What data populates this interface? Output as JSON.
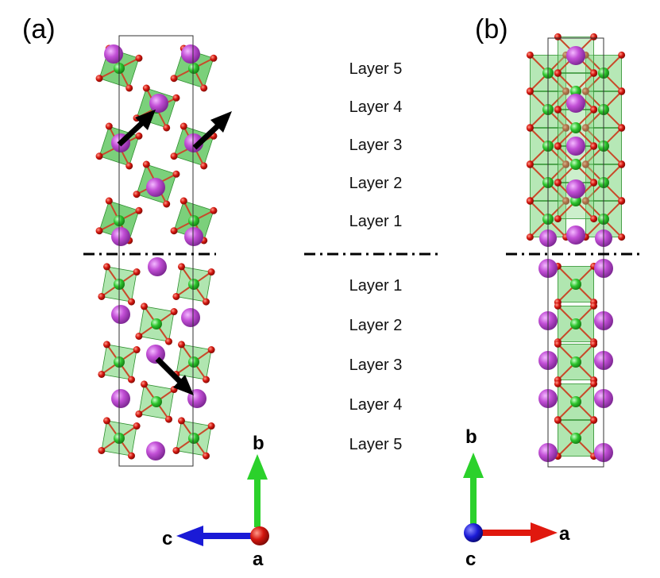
{
  "panels": {
    "a": {
      "label": "(a)"
    },
    "b": {
      "label": "(b)"
    }
  },
  "layers_top": [
    "Layer 5",
    "Layer 4",
    "Layer 3",
    "Layer 2",
    "Layer 1"
  ],
  "layers_bottom": [
    "Layer 1",
    "Layer 2",
    "Layer 3",
    "Layer 4",
    "Layer 5"
  ],
  "axes_a": {
    "up": "b",
    "left": "c",
    "out": "a"
  },
  "axes_b": {
    "up": "b",
    "right": "a",
    "out": "c"
  },
  "colors": {
    "octahedron": "#4fc04f",
    "octahedron_light": "#8fdc8f",
    "b_site": "#2ec52e",
    "oxygen": "#d4160e",
    "a_site": "#c24fd6",
    "axis_b": "#2bd12b",
    "axis_c": "#1a1ad6",
    "axis_a": "#e0180e",
    "arrow": "#000000"
  }
}
